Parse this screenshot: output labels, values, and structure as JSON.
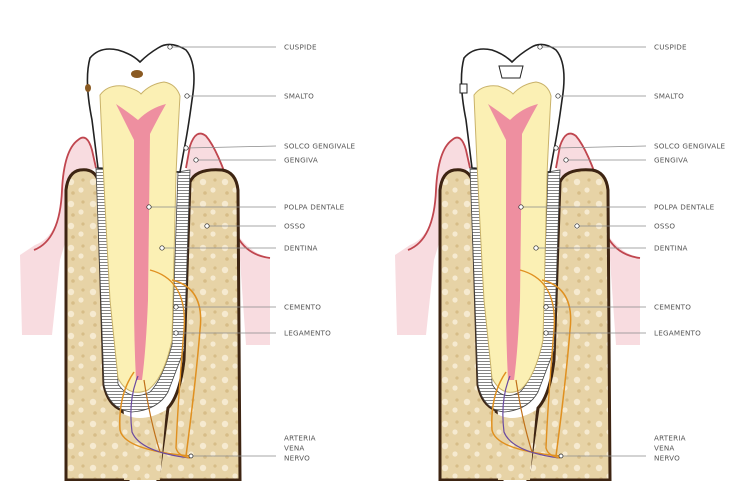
{
  "diagram": {
    "panels": [
      {
        "id": "left",
        "labels": {
          "cuspide": "CUSPIDE",
          "smalto": "SMALTO",
          "solco": "SOLCO GENGIVALE",
          "gengiva": "GENGIVA",
          "polpa": "POLPA DENTALE",
          "osso": "OSSO",
          "dentina": "DENTINA",
          "cemento": "CEMENTO",
          "legamento": "LEGAMENTO",
          "arteria": "ARTERIA",
          "vena": "VENA",
          "nervo": "NERVO"
        }
      },
      {
        "id": "right",
        "labels": {
          "cuspide": "CUSPIDE",
          "smalto": "SMALTO",
          "solco": "SOLCO GENGIVALE",
          "gengiva": "GENGIVA",
          "polpa": "POLPA DENTALE",
          "osso": "OSSO",
          "dentina": "DENTINA",
          "cemento": "CEMENTO",
          "legamento": "LEGAMENTO",
          "arteria": "ARTERIA",
          "vena": "VENA",
          "nervo": "NERVO"
        }
      }
    ],
    "colors": {
      "bone": "#e7d3a6",
      "bone_edge": "#3d2412",
      "gum": "#f5c9cf",
      "gum_edge": "#c0464f",
      "dentin": "#fbf0b4",
      "pulp": "#ee8fa0",
      "enamel": "#ffffff",
      "decay": "#8a5a22",
      "artery": "#e09020",
      "vein": "#6a4aa0",
      "leader": "#8a8a8a"
    }
  }
}
